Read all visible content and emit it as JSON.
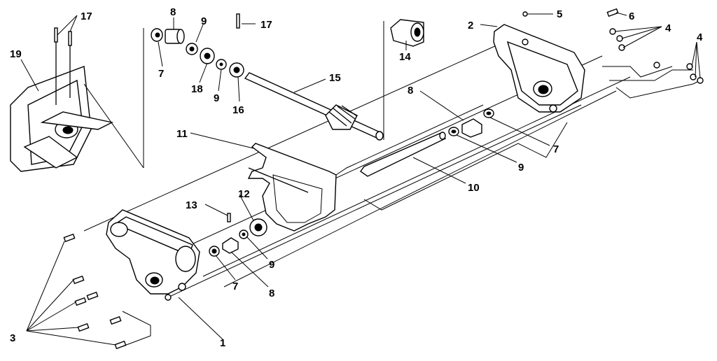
{
  "callouts": {
    "c1": "1",
    "c2": "2",
    "c3": "3",
    "c4a": "4",
    "c4b": "4",
    "c5": "5",
    "c6": "6",
    "c7a": "7",
    "c7b": "7",
    "c7c": "7",
    "c8a": "8",
    "c8b": "8",
    "c8c": "8",
    "c9a": "9",
    "c9b": "9",
    "c9c": "9",
    "c9d": "9",
    "c10": "10",
    "c11": "11",
    "c12": "12",
    "c13": "13",
    "c14": "14",
    "c15": "15",
    "c16": "16",
    "c17a": "17",
    "c17b": "17",
    "c18": "18",
    "c19": "19"
  }
}
